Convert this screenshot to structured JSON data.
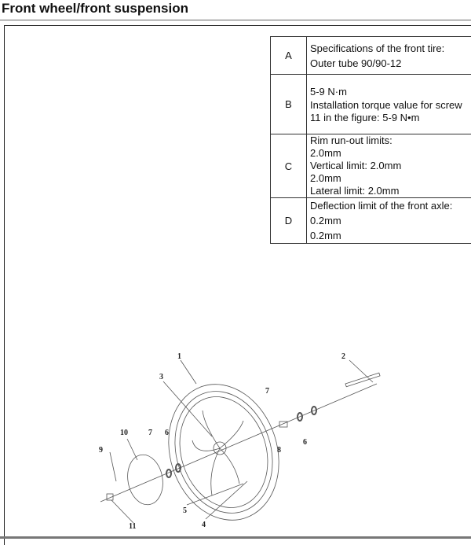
{
  "title": "Front wheel/front suspension",
  "spec_table": [
    {
      "key": "A",
      "lines": [
        "Specifications of the front tire:",
        "Outer tube 90/90-12"
      ]
    },
    {
      "key": "B",
      "lines": [
        "5-9 N·m",
        "Installation torque value for screw",
        "11 in the figure: 5-9 N•m"
      ]
    },
    {
      "key": "C",
      "lines": [
        "Rim run-out limits:",
        "2.0mm",
        "Vertical limit: 2.0mm",
        "2.0mm",
        "Lateral limit: 2.0mm"
      ]
    },
    {
      "key": "D",
      "lines": [
        "Deflection limit of the front axle:",
        "0.2mm",
        "0.2mm"
      ]
    }
  ],
  "diagram": {
    "callouts": [
      "1",
      "2",
      "3",
      "4",
      "5",
      "6",
      "7",
      "6",
      "7",
      "8",
      "9",
      "10",
      "11"
    ]
  }
}
